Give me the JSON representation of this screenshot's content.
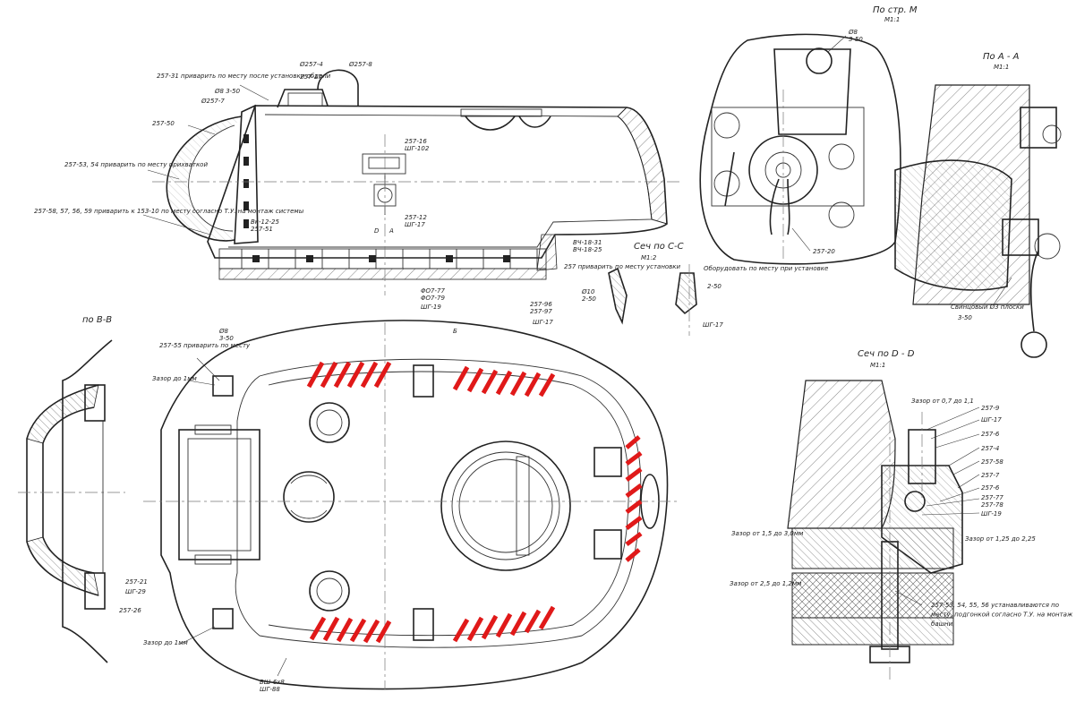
{
  "views": {
    "view_m": {
      "title": "По стр. М",
      "scale": "М1:1",
      "callout_top": "Ø8\n3-50",
      "callout_cable": "257-20"
    },
    "view_a": {
      "title": "По А - А",
      "scale": "М1:1",
      "callout_cable": "Свинцовый Ø3 плоски",
      "callout_scale": "3-50"
    },
    "view_b": {
      "title": "по В-В",
      "callouts": [
        "257-21",
        "ШГ-29",
        "257-26"
      ]
    },
    "section_c": {
      "title": "Сеч по С-С",
      "scale": "М1:2",
      "callouts": [
        "Ø10\n2-50",
        "2-50",
        "ШГ-17"
      ]
    },
    "section_d": {
      "title": "Сеч по D - D",
      "scale": "М1:1",
      "gap_top": "Зазор от 0,7 до 1,1",
      "gap_left": "Зазор от 1,5 до 3,0мм",
      "gap_mid": "Зазор от 2,5 до 1,2мм",
      "gap_right": "Зазор от 1,25 до 2,25",
      "parts": [
        "257-9",
        "ШГ-17",
        "257-6",
        "257-4",
        "257-58",
        "257-7",
        "257-6",
        "257-77\n257-78",
        "ШГ-19"
      ],
      "note": "257-53, 54, 55, 56 устанавливаются по месту, подгонкой согласно Т.У. на монтаж башни."
    }
  },
  "side_view": {
    "callouts": [
      "257-31 приварить по месту после установки обдели",
      "257-17",
      "Ø257-4",
      "Ø257-8",
      "Ø257-7",
      "Ø8 3-50",
      "257-50",
      "257-53, 54 приварить по месту прихваткой",
      "257-58, 57, 56, 59 приварить к 153-10 по месту согласно Т.У. на монтаж системы",
      "257-16\nШГ-102",
      "257-12\nШГ-17",
      "Вк-12-25\n257-51",
      "ВЧ-18-31\nВЧ-18-25",
      "257 приварить по месту установки",
      "Оборудовать по месту при установке",
      "ΦО7-77\nΦО7-79",
      "ШГ-19",
      "257-96\n257-97",
      "ШГ-17"
    ],
    "marker_d": "D",
    "marker_a": "А"
  },
  "plan_view": {
    "callouts": [
      "257-55 приварить по месту",
      "Ø8\n3-50",
      "Зазор до 1мм",
      "Зазор до 1мм",
      "ВШ-6х8\nШГ-88"
    ],
    "marker": "Б"
  },
  "colors": {
    "ink": "#222222",
    "paper": "#ffffff",
    "highlight": "#e01919"
  }
}
